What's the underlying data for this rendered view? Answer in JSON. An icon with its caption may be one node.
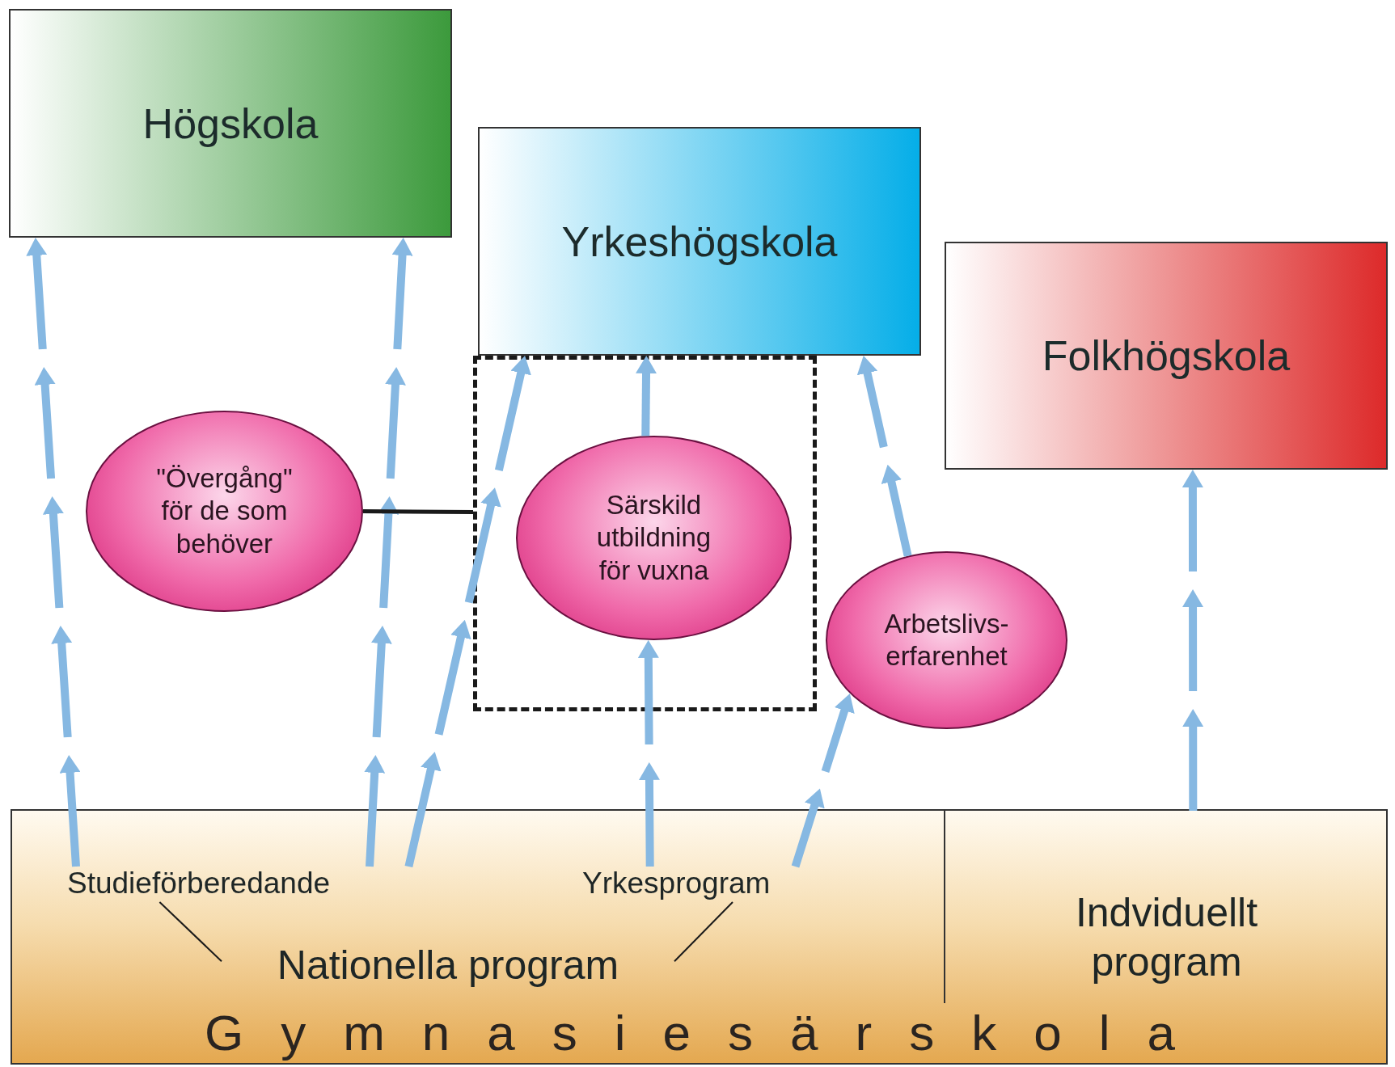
{
  "diagram": {
    "nodes": [
      {
        "text": [
          "Högskola"
        ]
      },
      {
        "text": [
          "Yrkeshögskola"
        ]
      },
      {
        "text": [
          "Folkhögskola"
        ]
      },
      {
        "text": [],
        "shape": "box"
      },
      {
        "text": [
          "\"Övergång\" för de som behöver"
        ]
      },
      {
        "text": [
          "Särskild utbildning för vuxna"
        ],
        "in": 3
      },
      {
        "text": [
          "Arbetslivs-erfarenhet"
        ]
      },
      {
        "text": [
          "Gymnasiesärskola"
        ]
      },
      {
        "text": [],
        "shape": "box",
        "in": 7
      },
      {
        "text": [
          "Studieförberedande"
        ],
        "in": 8
      },
      {
        "text": [
          "Yrkesprogram"
        ],
        "in": 8
      },
      {
        "text": [
          "Nationella program"
        ],
        "in": 8
      },
      {
        "text": [
          "Indviduellt program"
        ],
        "in": 7
      }
    ],
    "edges": [
      {
        "from": 9,
        "to": 0,
        "arrow": "to",
        "style": "dashed"
      },
      {
        "from": 9,
        "to": 0,
        "arrow": "to",
        "style": "dashed"
      },
      {
        "from": 9,
        "to": 1,
        "arrow": "to",
        "style": "dashed"
      },
      {
        "from": 10,
        "to": 5,
        "arrow": "to",
        "style": "dashed"
      },
      {
        "from": 5,
        "to": 1,
        "arrow": "to",
        "style": "dashed"
      },
      {
        "from": 10,
        "to": 6,
        "arrow": "to",
        "style": "dashed"
      },
      {
        "from": 6,
        "to": 1,
        "arrow": "to",
        "style": "dashed"
      },
      {
        "from": 12,
        "to": 2,
        "arrow": "to",
        "style": "dashed"
      },
      {
        "from": 4,
        "to": 3,
        "arrow": "none",
        "color": "#1a1a1a"
      },
      {
        "from": 11,
        "to": 9,
        "arrow": "none",
        "color": "#1a1a1a"
      },
      {
        "from": 11,
        "to": 10,
        "arrow": "none",
        "color": "#1a1a1a"
      }
    ]
  }
}
